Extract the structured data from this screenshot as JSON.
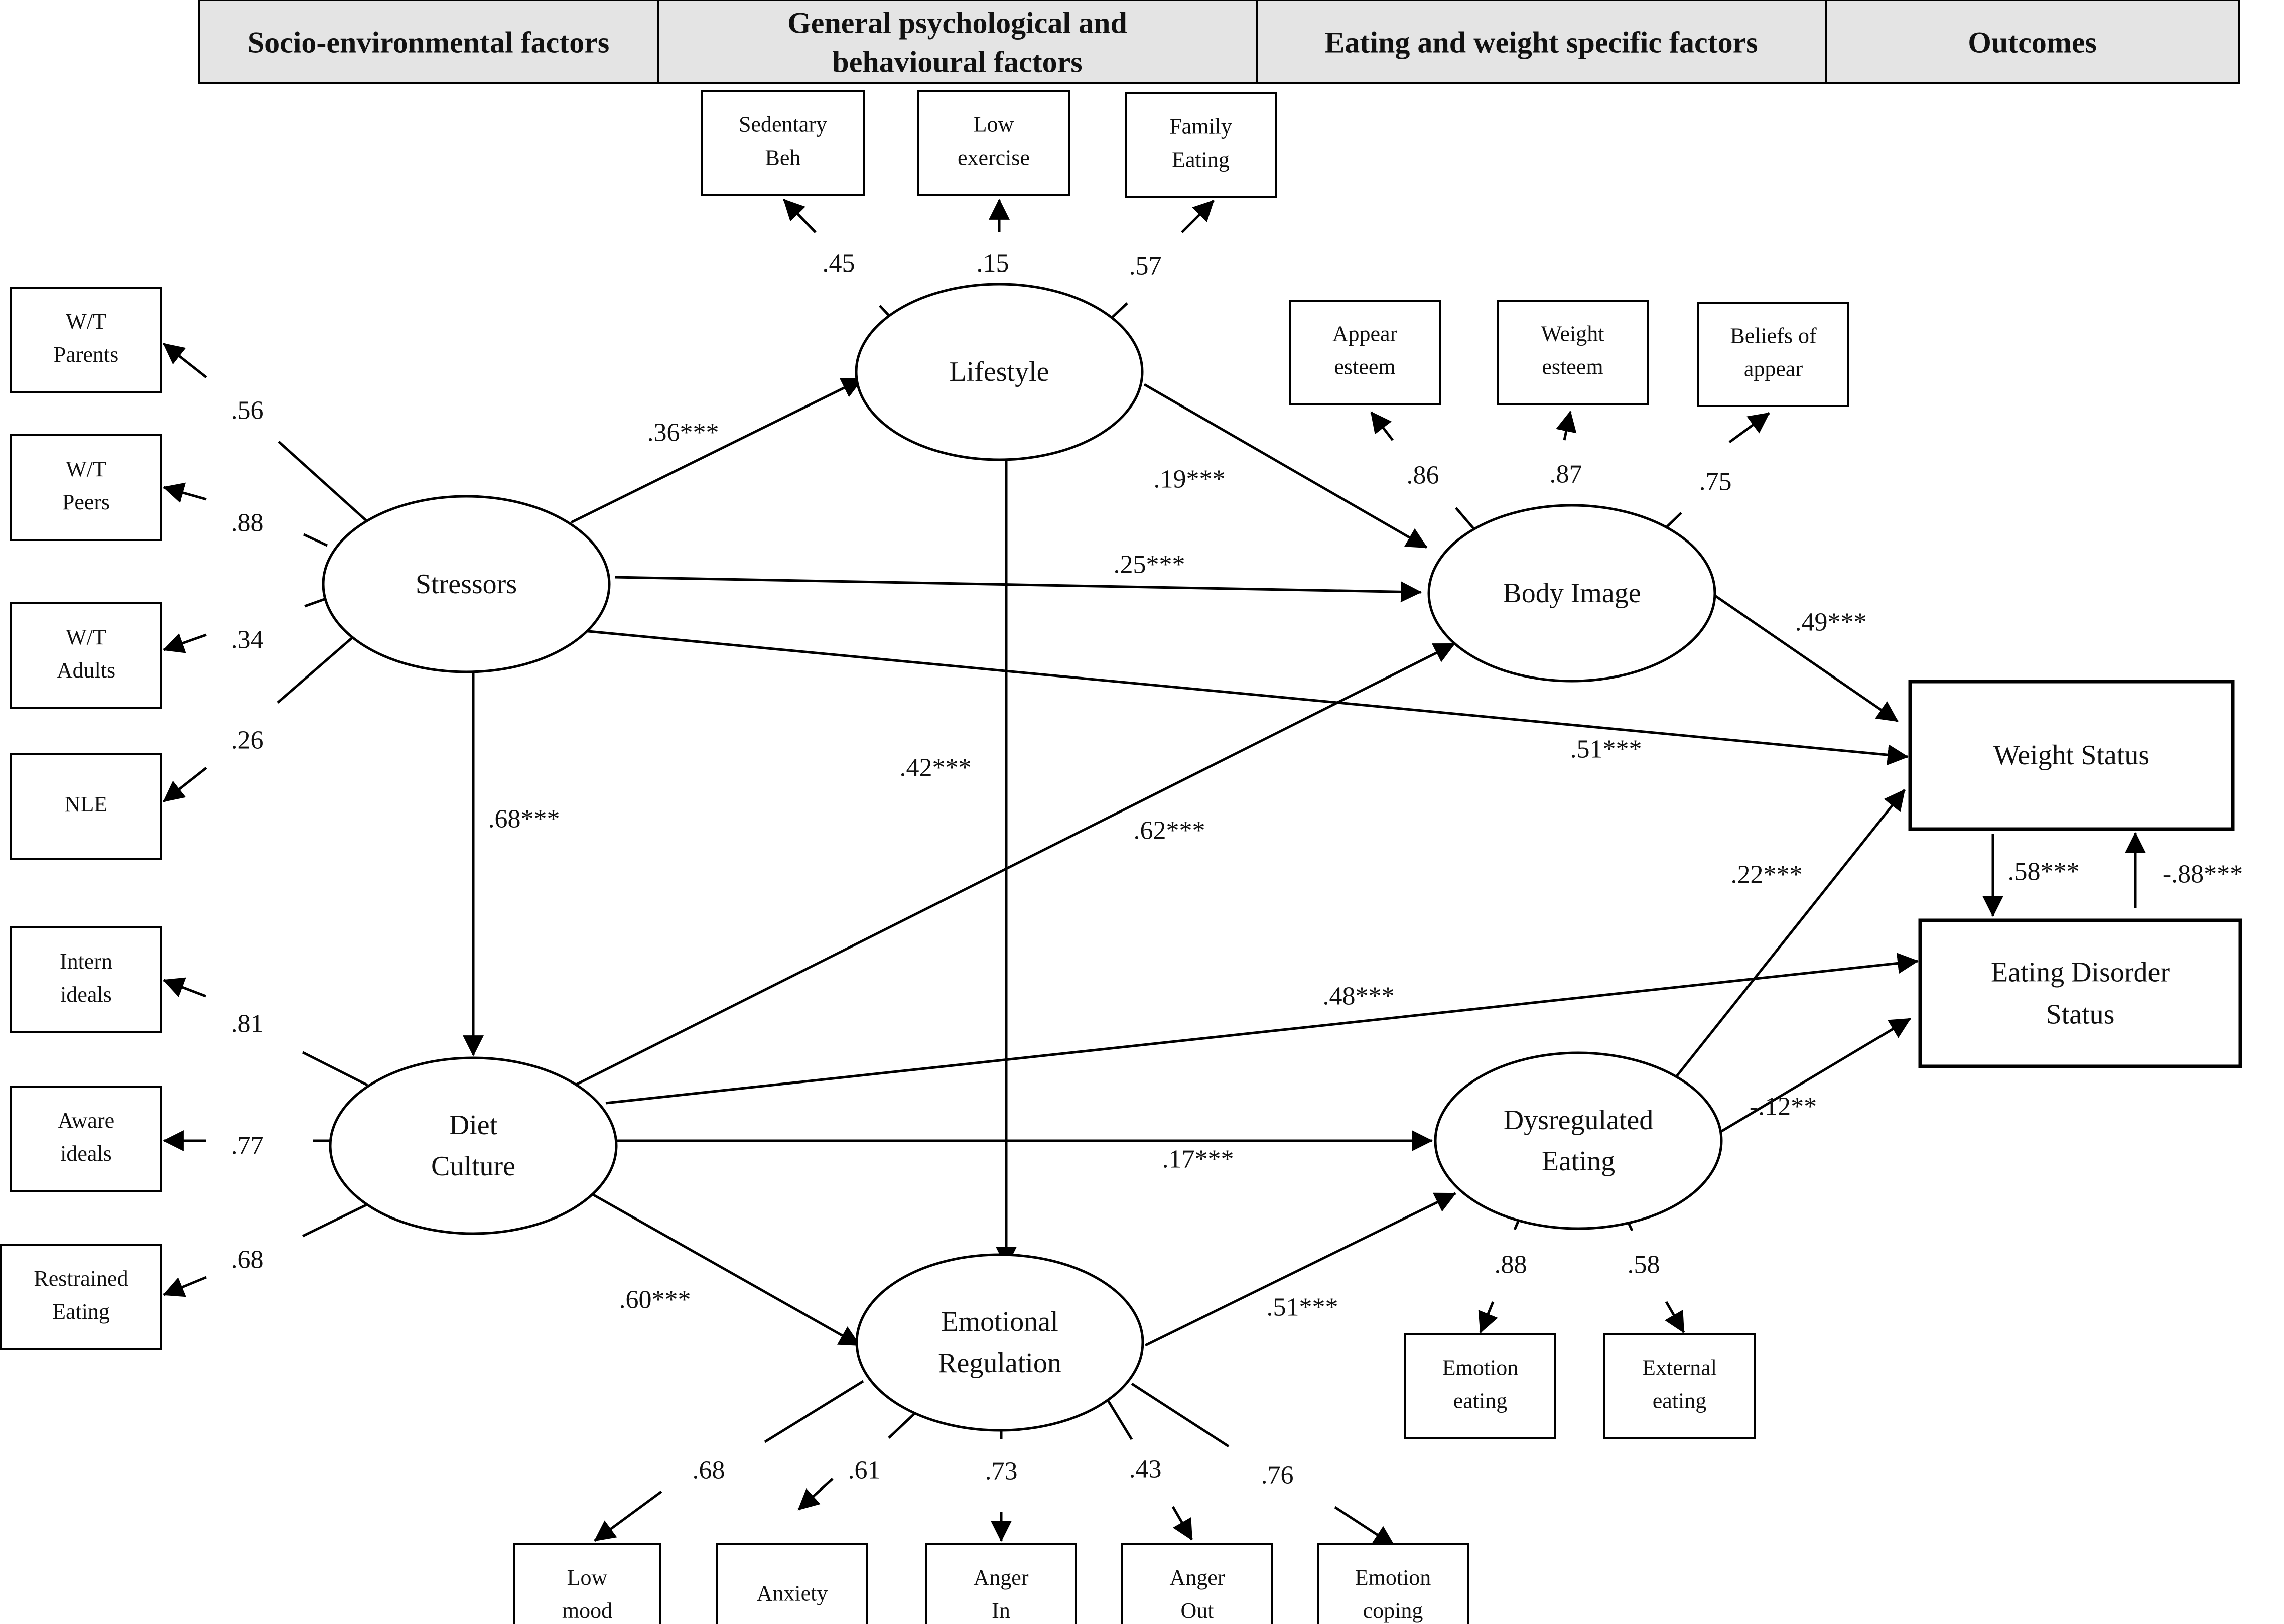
{
  "headers": [
    {
      "id": "h1",
      "lines": [
        "Socio-environmental factors"
      ]
    },
    {
      "id": "h2",
      "lines": [
        "General psychological and",
        "behavioural factors"
      ]
    },
    {
      "id": "h3",
      "lines": [
        "Eating and weight specific factors"
      ]
    },
    {
      "id": "h4",
      "lines": [
        "Outcomes"
      ]
    }
  ],
  "latents": [
    {
      "id": "stressors",
      "lines": [
        "Stressors"
      ]
    },
    {
      "id": "lifestyle",
      "lines": [
        "Lifestyle"
      ]
    },
    {
      "id": "body_image",
      "lines": [
        "Body Image"
      ]
    },
    {
      "id": "diet_culture",
      "lines": [
        "Diet",
        "Culture"
      ]
    },
    {
      "id": "emotional_regulation",
      "lines": [
        "Emotional",
        "Regulation"
      ]
    },
    {
      "id": "dysregulated_eating",
      "lines": [
        "Dysregulated",
        "Eating"
      ]
    }
  ],
  "outcomes": [
    {
      "id": "weight_status",
      "lines": [
        "Weight Status"
      ]
    },
    {
      "id": "eating_disorder_status",
      "lines": [
        "Eating Disorder",
        "Status"
      ]
    }
  ],
  "indicators": [
    {
      "id": "wt_parents",
      "lines": [
        "W/T",
        "Parents"
      ],
      "latent": "stressors",
      "loading": ".56"
    },
    {
      "id": "wt_peers",
      "lines": [
        "W/T",
        "Peers"
      ],
      "latent": "stressors",
      "loading": ".88"
    },
    {
      "id": "wt_adults",
      "lines": [
        "W/T",
        "Adults"
      ],
      "latent": "stressors",
      "loading": ".34"
    },
    {
      "id": "nle",
      "lines": [
        "NLE"
      ],
      "latent": "stressors",
      "loading": ".26"
    },
    {
      "id": "sedentary_beh",
      "lines": [
        "Sedentary",
        "Beh"
      ],
      "latent": "lifestyle",
      "loading": ".45"
    },
    {
      "id": "low_exercise",
      "lines": [
        "Low",
        "exercise"
      ],
      "latent": "lifestyle",
      "loading": ".15"
    },
    {
      "id": "family_eating",
      "lines": [
        "Family",
        "Eating"
      ],
      "latent": "lifestyle",
      "loading": ".57"
    },
    {
      "id": "appear_esteem",
      "lines": [
        "Appear",
        "esteem"
      ],
      "latent": "body_image",
      "loading": ".86"
    },
    {
      "id": "weight_esteem",
      "lines": [
        "Weight",
        "esteem"
      ],
      "latent": "body_image",
      "loading": ".87"
    },
    {
      "id": "beliefs_appear",
      "lines": [
        "Beliefs of",
        "appear"
      ],
      "latent": "body_image",
      "loading": ".75"
    },
    {
      "id": "intern_ideals",
      "lines": [
        "Intern",
        "ideals"
      ],
      "latent": "diet_culture",
      "loading": ".81"
    },
    {
      "id": "aware_ideals",
      "lines": [
        "Aware",
        "ideals"
      ],
      "latent": "diet_culture",
      "loading": ".77"
    },
    {
      "id": "restrained_eating",
      "lines": [
        "Restrained",
        "Eating"
      ],
      "latent": "diet_culture",
      "loading": ".68"
    },
    {
      "id": "low_mood",
      "lines": [
        "Low",
        "mood"
      ],
      "latent": "emotional_regulation",
      "loading": ".68"
    },
    {
      "id": "anxiety",
      "lines": [
        "Anxiety"
      ],
      "latent": "emotional_regulation",
      "loading": ".61"
    },
    {
      "id": "anger_in",
      "lines": [
        "Anger",
        "In"
      ],
      "latent": "emotional_regulation",
      "loading": ".73"
    },
    {
      "id": "anger_out",
      "lines": [
        "Anger",
        "Out"
      ],
      "latent": "emotional_regulation",
      "loading": ".43"
    },
    {
      "id": "emotion_coping",
      "lines": [
        "Emotion",
        "coping"
      ],
      "latent": "emotional_regulation",
      "loading": ".76"
    },
    {
      "id": "emotion_eating",
      "lines": [
        "Emotion",
        "eating"
      ],
      "latent": "dysregulated_eating",
      "loading": ".88"
    },
    {
      "id": "external_eating",
      "lines": [
        "External",
        "eating"
      ],
      "latent": "dysregulated_eating",
      "loading": ".58"
    }
  ],
  "paths": [
    {
      "id": "p1",
      "from": "stressors",
      "to": "lifestyle",
      "label": ".36***"
    },
    {
      "id": "p2",
      "from": "stressors",
      "to": "body_image",
      "label": ".25***"
    },
    {
      "id": "p3",
      "from": "stressors",
      "to": "weight_status",
      "label": ".51***"
    },
    {
      "id": "p4",
      "from": "stressors",
      "to": "diet_culture",
      "label": ".68***"
    },
    {
      "id": "p5",
      "from": "lifestyle",
      "to": "body_image",
      "label": ".19***"
    },
    {
      "id": "p6",
      "from": "lifestyle",
      "to": "emotional_regulation",
      "label": ".42***"
    },
    {
      "id": "p7",
      "from": "body_image",
      "to": "weight_status",
      "label": ".49***"
    },
    {
      "id": "p8",
      "from": "diet_culture",
      "to": "body_image",
      "label": ".62***"
    },
    {
      "id": "p9",
      "from": "diet_culture",
      "to": "eating_disorder_status",
      "label": ".48***"
    },
    {
      "id": "p10",
      "from": "diet_culture",
      "to": "dysregulated_eating",
      "label": ".17***"
    },
    {
      "id": "p11",
      "from": "diet_culture",
      "to": "emotional_regulation",
      "label": ".60***"
    },
    {
      "id": "p12",
      "from": "emotional_regulation",
      "to": "dysregulated_eating",
      "label": ".51***"
    },
    {
      "id": "p13",
      "from": "dysregulated_eating",
      "to": "weight_status",
      "label": ".22***"
    },
    {
      "id": "p14",
      "from": "dysregulated_eating",
      "to": "eating_disorder_status",
      "label": "-.12**"
    },
    {
      "id": "p15",
      "from": "weight_status",
      "to": "eating_disorder_status",
      "label": ".58***"
    },
    {
      "id": "p16",
      "from": "eating_disorder_status",
      "to": "weight_status",
      "label": "-.88***"
    }
  ]
}
